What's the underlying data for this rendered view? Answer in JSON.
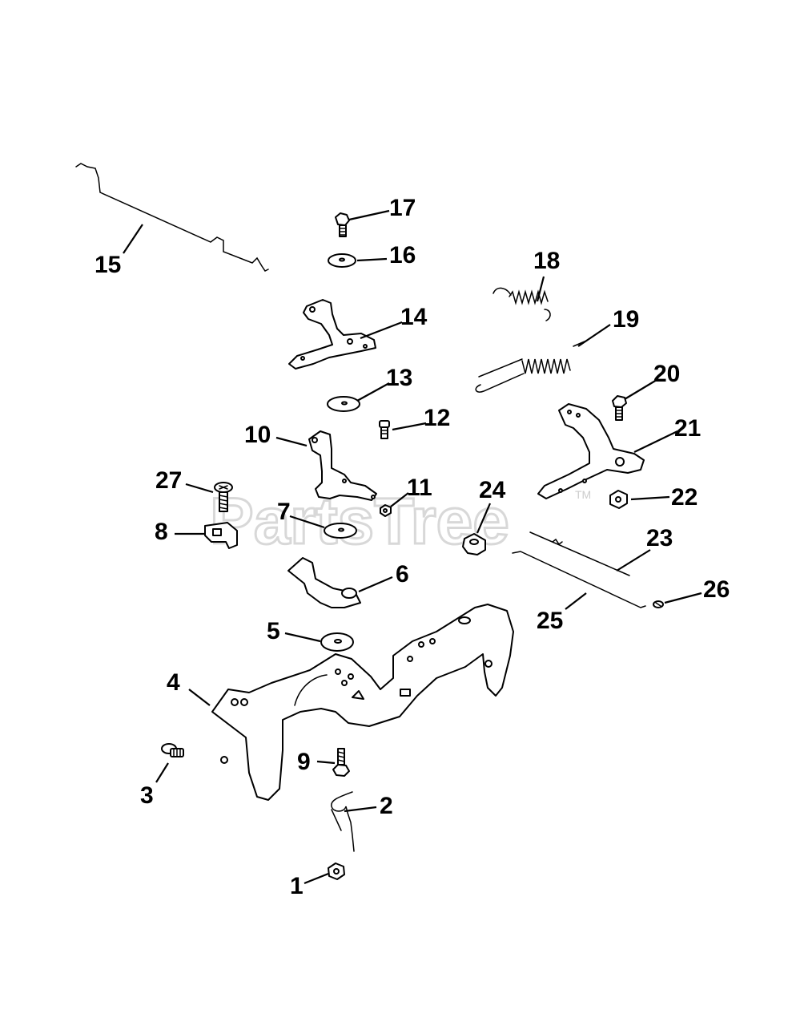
{
  "watermark": {
    "text": "PartsTree",
    "trademark": "TM"
  },
  "callouts": [
    {
      "id": "1",
      "label": "1"
    },
    {
      "id": "2",
      "label": "2"
    },
    {
      "id": "3",
      "label": "3"
    },
    {
      "id": "4",
      "label": "4"
    },
    {
      "id": "5",
      "label": "5"
    },
    {
      "id": "6",
      "label": "6"
    },
    {
      "id": "7",
      "label": "7"
    },
    {
      "id": "8",
      "label": "8"
    },
    {
      "id": "9",
      "label": "9"
    },
    {
      "id": "10",
      "label": "10"
    },
    {
      "id": "11",
      "label": "11"
    },
    {
      "id": "12",
      "label": "12"
    },
    {
      "id": "13",
      "label": "13"
    },
    {
      "id": "14",
      "label": "14"
    },
    {
      "id": "15",
      "label": "15"
    },
    {
      "id": "16",
      "label": "16"
    },
    {
      "id": "17",
      "label": "17"
    },
    {
      "id": "18",
      "label": "18"
    },
    {
      "id": "19",
      "label": "19"
    },
    {
      "id": "20",
      "label": "20"
    },
    {
      "id": "21",
      "label": "21"
    },
    {
      "id": "22",
      "label": "22"
    },
    {
      "id": "23",
      "label": "23"
    },
    {
      "id": "24",
      "label": "24"
    },
    {
      "id": "25",
      "label": "25"
    },
    {
      "id": "26",
      "label": "26"
    },
    {
      "id": "27",
      "label": "27"
    }
  ]
}
